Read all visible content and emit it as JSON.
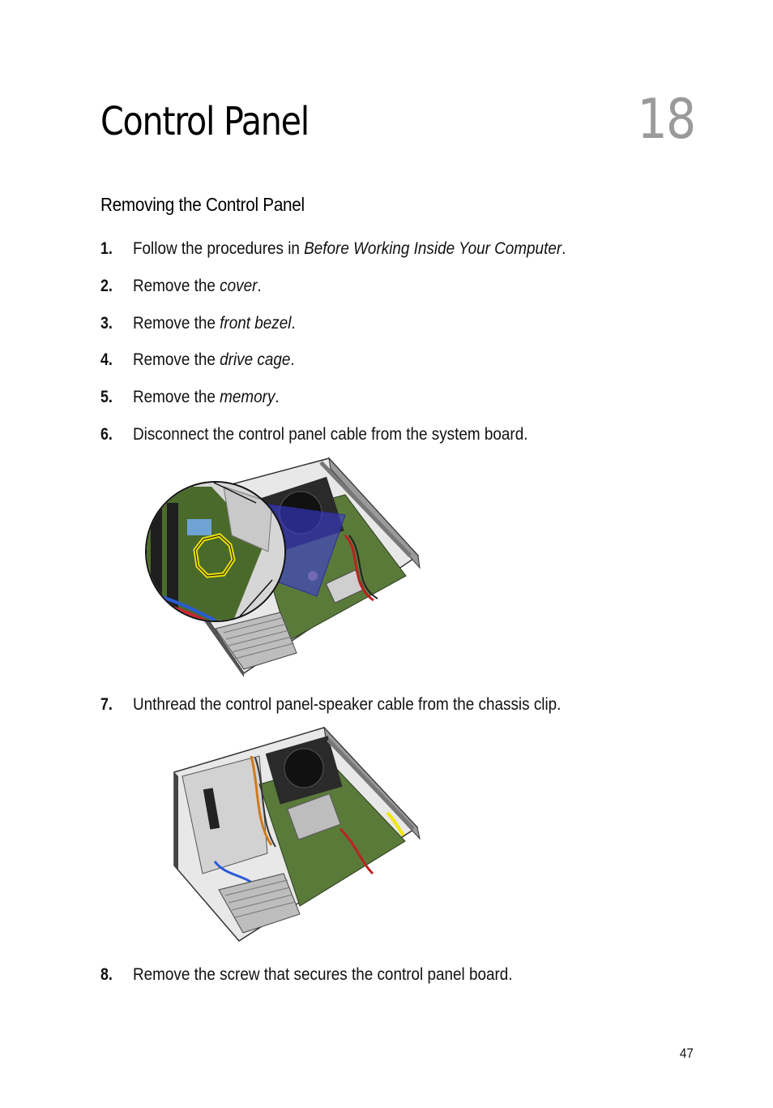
{
  "chapter": {
    "title": "Control Panel",
    "number": "18"
  },
  "section": {
    "title": "Removing the Control Panel"
  },
  "steps": [
    {
      "num": "1.",
      "text": "Follow the procedures in ",
      "link": "Before Working Inside Your Computer",
      "after": "."
    },
    {
      "num": "2.",
      "text": "Remove the ",
      "link": "cover",
      "after": "."
    },
    {
      "num": "3.",
      "text": "Remove the ",
      "link": "front bezel",
      "after": "."
    },
    {
      "num": "4.",
      "text": "Remove the ",
      "link": "drive cage",
      "after": "."
    },
    {
      "num": "5.",
      "text": "Remove the ",
      "link": "memory",
      "after": "."
    },
    {
      "num": "6.",
      "text": "Disconnect the control panel cable from the system board.",
      "link": "",
      "after": ""
    },
    {
      "num": "7.",
      "text": "Unthread the control panel-speaker cable from the chassis clip.",
      "link": "",
      "after": ""
    },
    {
      "num": "8.",
      "text": "Remove the screw that secures the control panel board.",
      "link": "",
      "after": ""
    }
  ],
  "page_number": "47",
  "colors": {
    "chapter_number": "#9a9a9a",
    "callout": "#f2e600",
    "zoom_overlay": "#3b3bd6"
  }
}
